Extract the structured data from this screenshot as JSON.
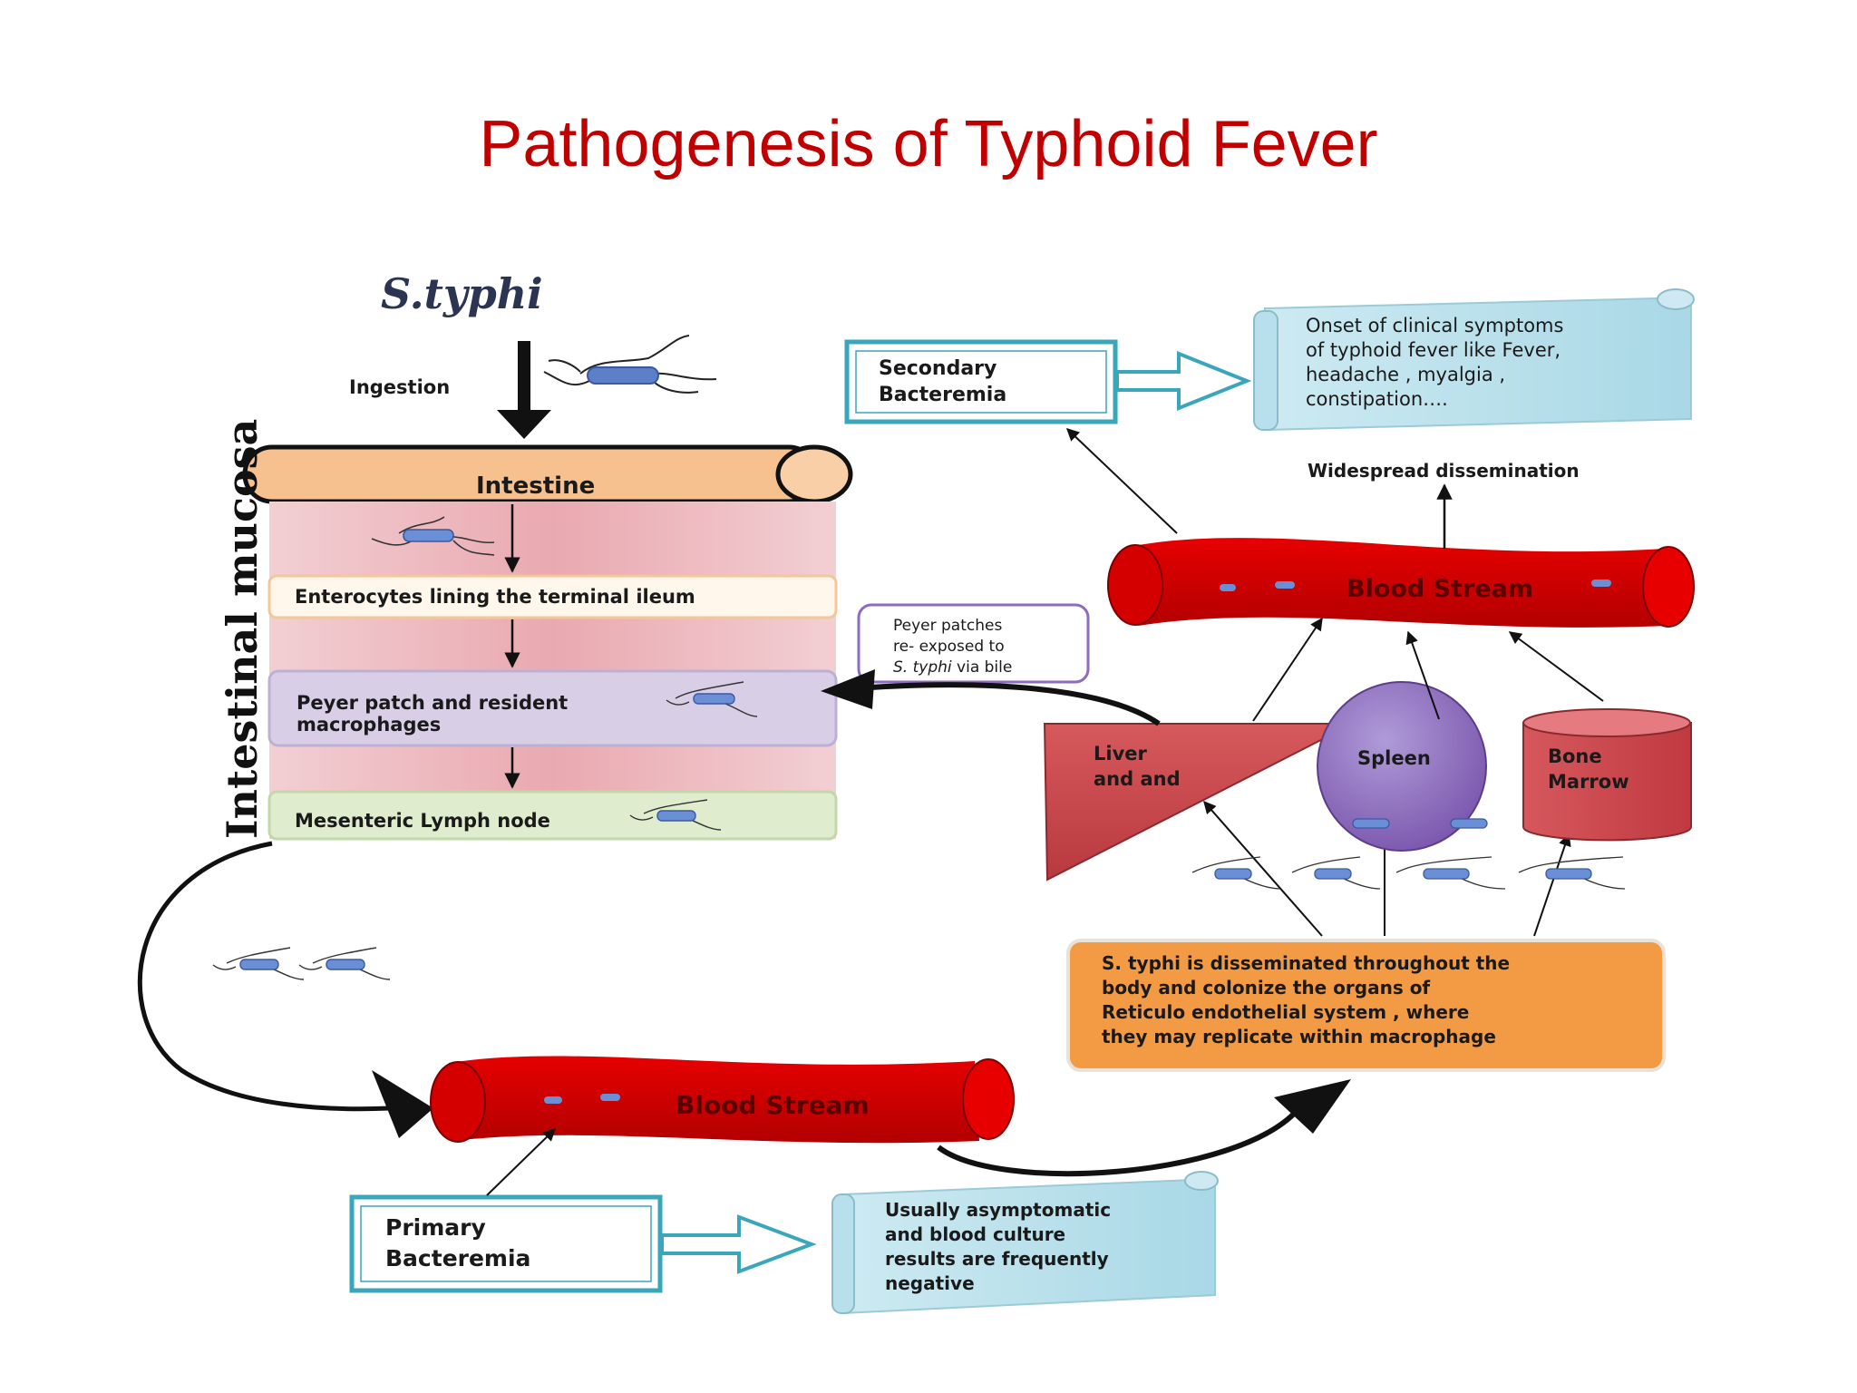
{
  "title": "Pathogenesis of Typhoid Fever",
  "organism": "S.typhi",
  "ingestion": "Ingestion",
  "intestine": "Intestine",
  "mucosa_label": "Intestinal mucosa",
  "steps": {
    "enterocytes": "Enterocytes lining the terminal ileum",
    "peyer_line1": "Peyer patch and resident",
    "peyer_line2": "macrophages",
    "lymph": "Mesenteric Lymph node"
  },
  "blood_stream": "Blood Stream",
  "primary": {
    "line1": "Primary",
    "line2": "Bacteremia"
  },
  "primary_note": [
    "Usually asymptomatic",
    "and blood culture",
    "results are frequently",
    "negative"
  ],
  "secondary": {
    "line1": "Secondary",
    "line2": "Bacteremia"
  },
  "secondary_note": [
    "Onset of clinical symptoms",
    "of typhoid fever like Fever,",
    "headache , myalgia ,",
    "constipation…."
  ],
  "widespread": "Widespread dissemination",
  "peyer_reexposed": {
    "line1": "Peyer patches",
    "line2": "re- exposed to",
    "line3_italic": "S. typhi",
    "line3_rest": " via bile"
  },
  "organs": {
    "liver_line1": "Liver",
    "liver_line2": "and and",
    "spleen": "Spleen",
    "bone_line1": "Bone",
    "bone_line2": "Marrow"
  },
  "dissemination_note": [
    "S. typhi is disseminated throughout the",
    "body and colonize the organs of",
    "Reticulo endothelial system , where",
    "they may replicate within macrophage"
  ],
  "colors": {
    "title": "#c00000",
    "blood": "#cc0000",
    "teal_box": "#3aa6b9",
    "scroll": "#bfe3ee",
    "orange": "#f39a45",
    "intestine": "#f6c08f",
    "spleen": "#8d6bbd",
    "bone": "#cf4a4f"
  }
}
